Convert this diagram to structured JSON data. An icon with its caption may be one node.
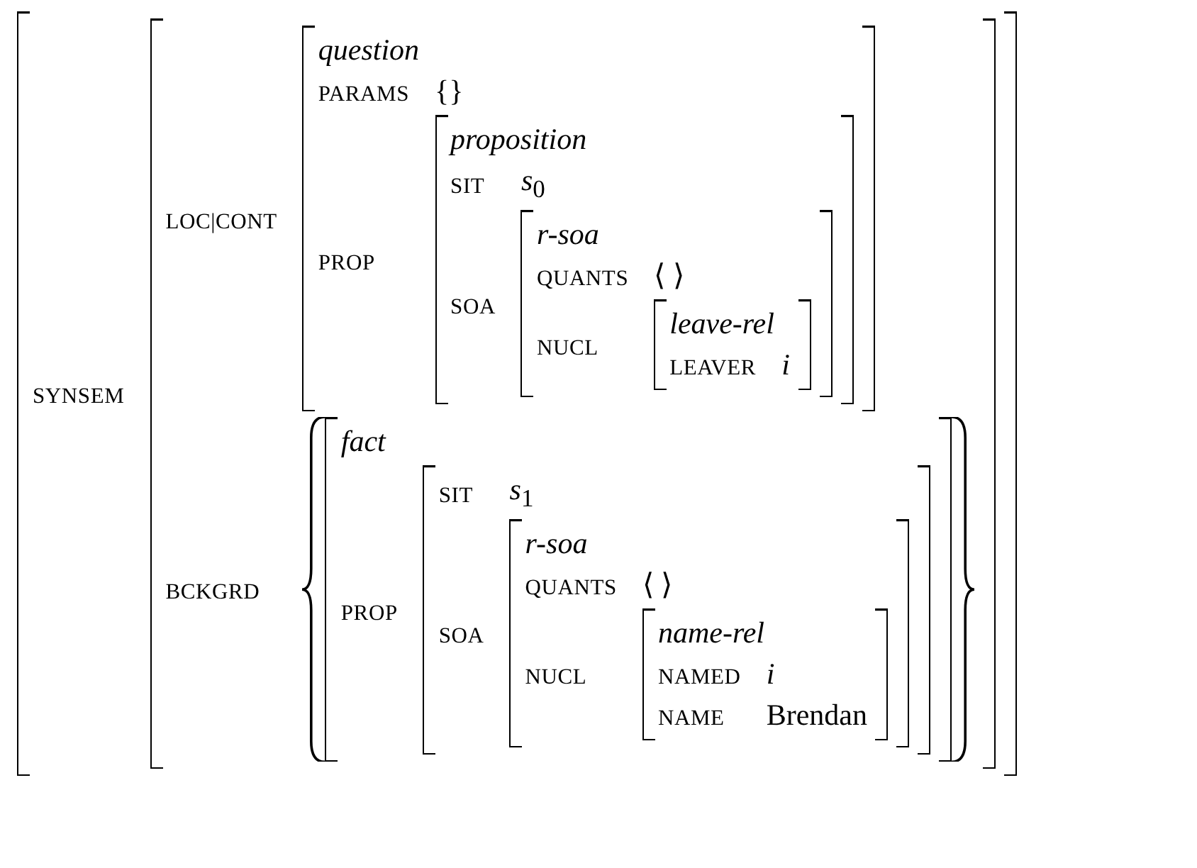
{
  "diagram": {
    "nodes": [
      {
        "text": [
          "SYNSEM"
        ]
      },
      {
        "text": [
          "LOC|CONT",
          "BCKGRD"
        ],
        "in": 0
      },
      {
        "text": [
          "question",
          "PARAMS",
          "{}",
          "PROP"
        ],
        "in": 1
      },
      {
        "text": [
          "proposition",
          "SIT",
          "*s*$_{0}$",
          "SOA"
        ],
        "in": 2
      },
      {
        "text": [
          "r-soa",
          "QUANTS",
          "⟨ ⟩",
          "NUCL"
        ],
        "in": 3
      },
      {
        "text": [
          "leave-rel",
          "LEAVER",
          "*i*"
        ],
        "in": 4
      },
      {
        "text": [],
        "shape": "braces",
        "in": 1
      },
      {
        "text": [
          "fact",
          "PROP"
        ],
        "in": 6
      },
      {
        "text": [
          "SIT",
          "*s*$_{1}$",
          "SOA"
        ],
        "in": 7
      },
      {
        "text": [
          "r-soa",
          "QUANTS",
          "⟨ ⟩",
          "NUCL"
        ],
        "in": 8
      },
      {
        "text": [
          "name-rel",
          "NAMED",
          "*i*",
          "NAME",
          "Brendan"
        ],
        "in": 9
      }
    ]
  }
}
